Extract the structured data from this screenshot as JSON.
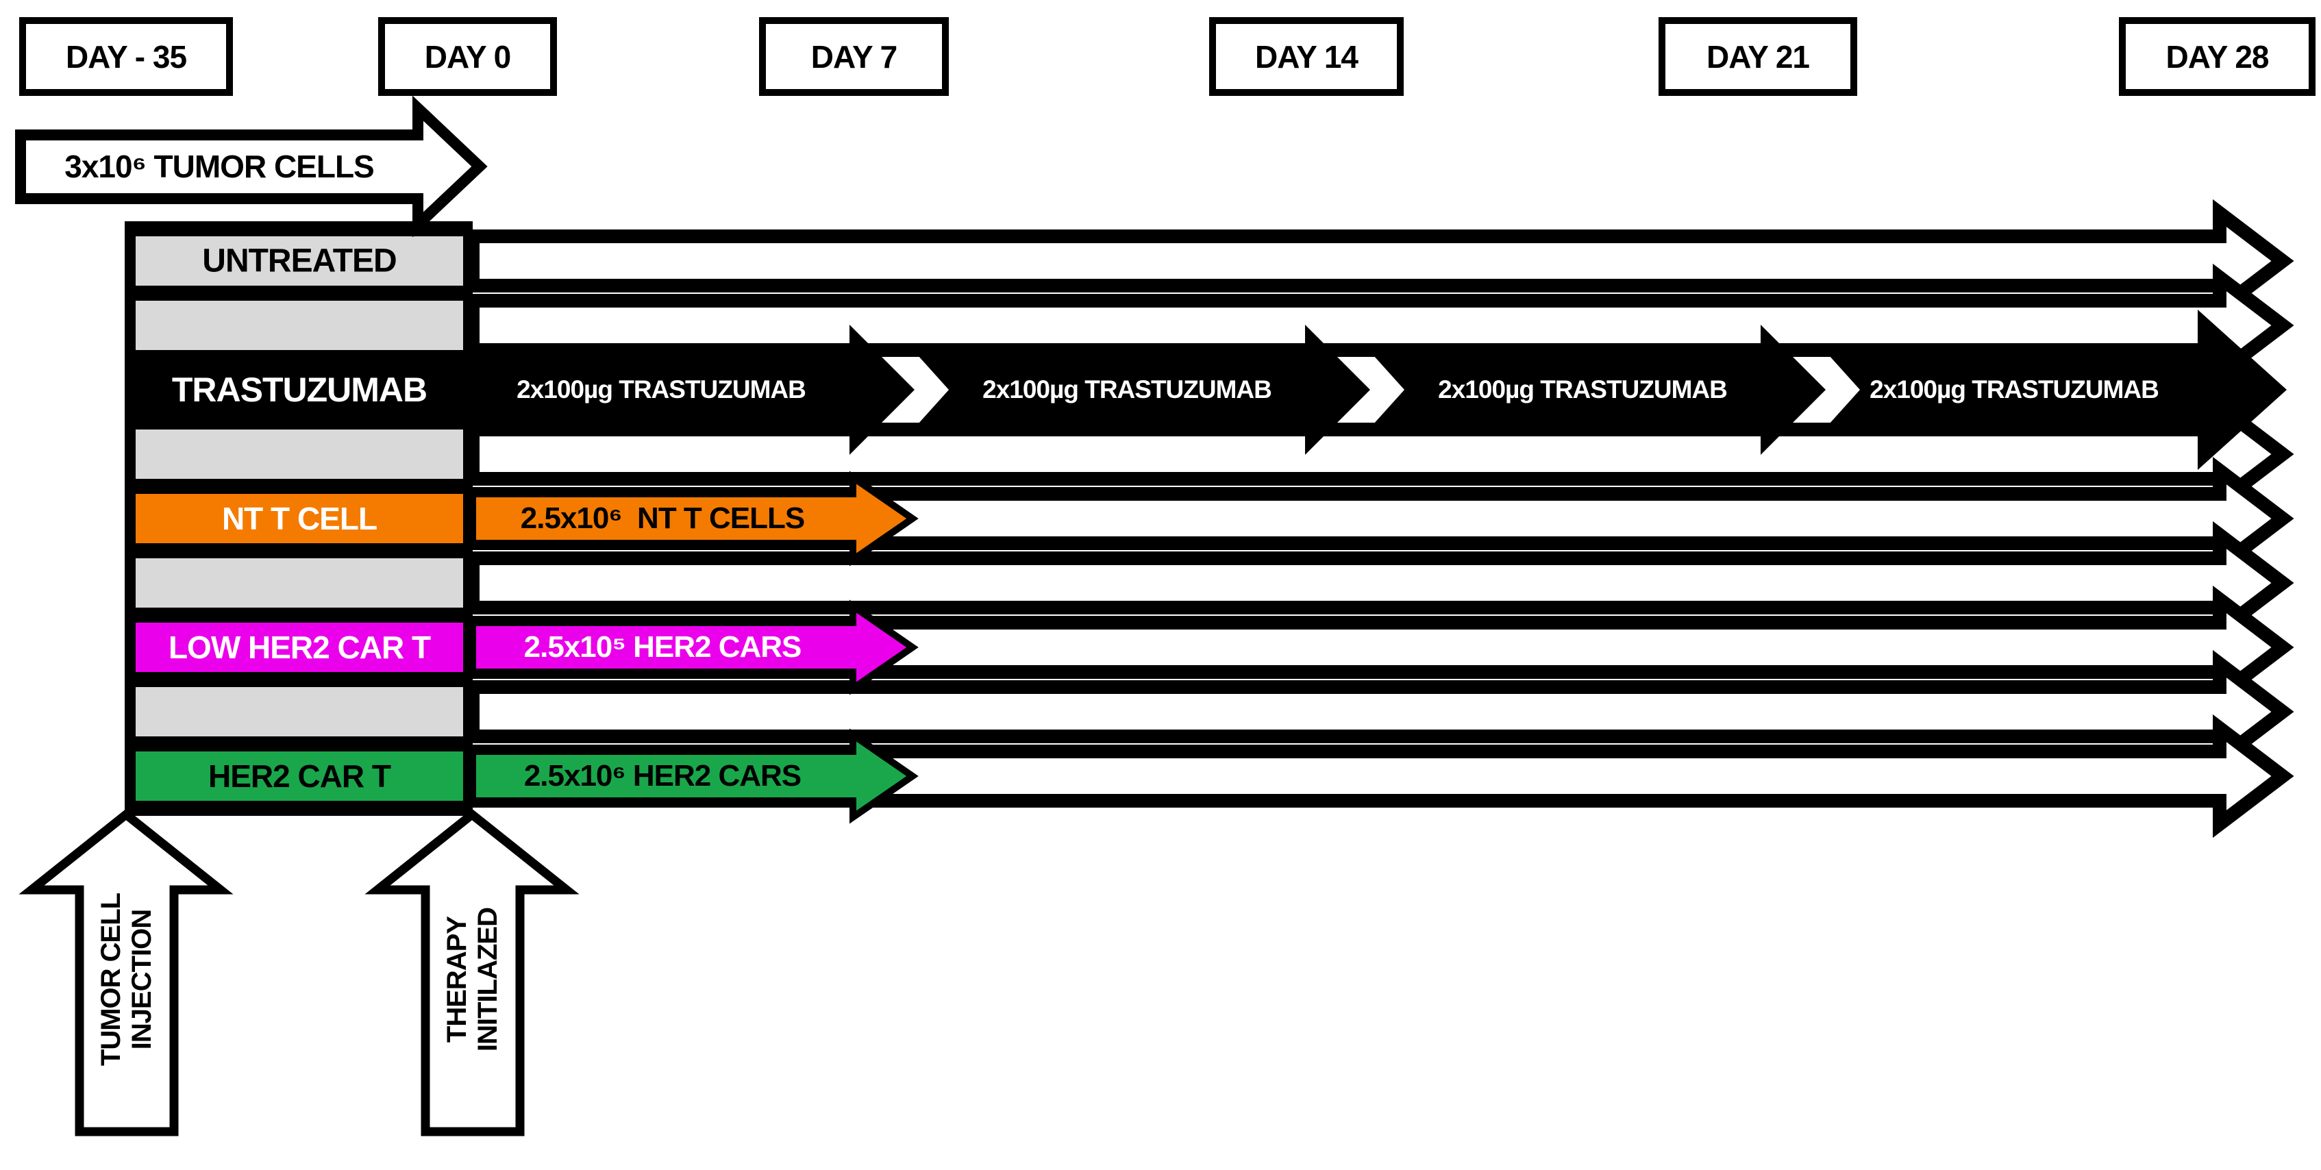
{
  "days": [
    "DAY - 35",
    "DAY 0",
    "DAY 7",
    "DAY 14",
    "DAY 21",
    "DAY 28"
  ],
  "tumor_arrow": {
    "label": "3x10⁶ TUMOR CELLS"
  },
  "rows": {
    "untreated": {
      "label": "UNTREATED"
    },
    "trastuzumab": {
      "label": "TRASTUZUMAB",
      "doses": [
        "2x100µg TRASTUZUMAB",
        "2x100µg TRASTUZUMAB",
        "2x100µg TRASTUZUMAB",
        "2x100µg TRASTUZUMAB"
      ]
    },
    "nt_t_cell": {
      "label": "NT T CELL",
      "dose": "2.5x10⁶  NT T CELLS"
    },
    "low_her2_car_t": {
      "label": "LOW HER2 CAR T",
      "dose": "2.5x10⁵ HER2 CARS"
    },
    "her2_car_t": {
      "label": "HER2 CAR T",
      "dose": "2.5x10⁶ HER2 CARS"
    }
  },
  "milestones": {
    "tumor_injection": "TUMOR CELL\nINJECTION",
    "therapy_initialized": "THERAPY\nINITILAZED"
  },
  "colors": {
    "orange": "#F47B00",
    "magenta": "#EB00EB",
    "green": "#1AA74B",
    "gray": "#D9D9D9",
    "arrow_black": "#000000"
  }
}
